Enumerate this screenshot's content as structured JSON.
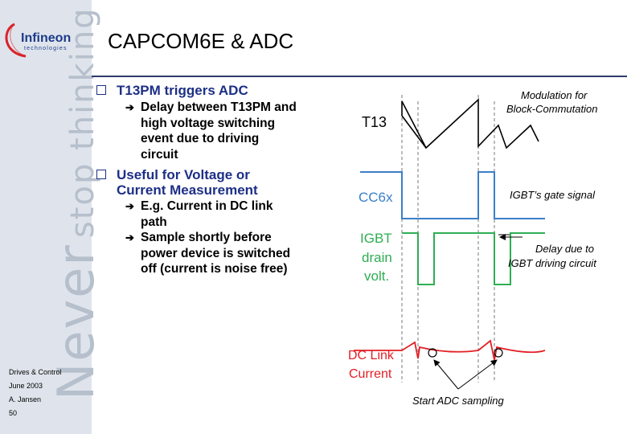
{
  "logo": {
    "name": "Infineon",
    "sub": "technologies"
  },
  "slogan": {
    "big": "Never",
    "rest": "stop thinking"
  },
  "footer": {
    "dept": "Drives & Control",
    "date": "June 2003",
    "author": "A. Jansen",
    "page": "50"
  },
  "title": "CAPCOM6E & ADC",
  "bullets": [
    {
      "text": "T13PM triggers ADC",
      "subs": [
        "Delay between T13PM and",
        "high voltage switching",
        "event due to driving",
        "circuit"
      ]
    },
    {
      "text": [
        "Useful for Voltage or",
        "Current Measurement"
      ],
      "subs": [
        "E.g. Current in DC link",
        "path",
        "Sample shortly before",
        "power device is switched",
        "off (current is noise free)"
      ]
    }
  ],
  "diagram": {
    "t13_label": "T13",
    "cc6x_label": "CC6x",
    "igbt_label": [
      "IGBT",
      "drain",
      "volt."
    ],
    "dclink_label": [
      "DC Link",
      "Current"
    ],
    "modulation_label": [
      "Modulation for",
      "Block-Commutation"
    ],
    "gate_label": "IGBT’s gate signal",
    "delay_label": [
      "Delay due to",
      "IGBT driving circuit"
    ],
    "adc_label": "Start ADC sampling",
    "colors": {
      "blue": "#3b7fc9",
      "green": "#2fae53",
      "red": "#e31e24",
      "grey": "#7a7a7a"
    }
  }
}
